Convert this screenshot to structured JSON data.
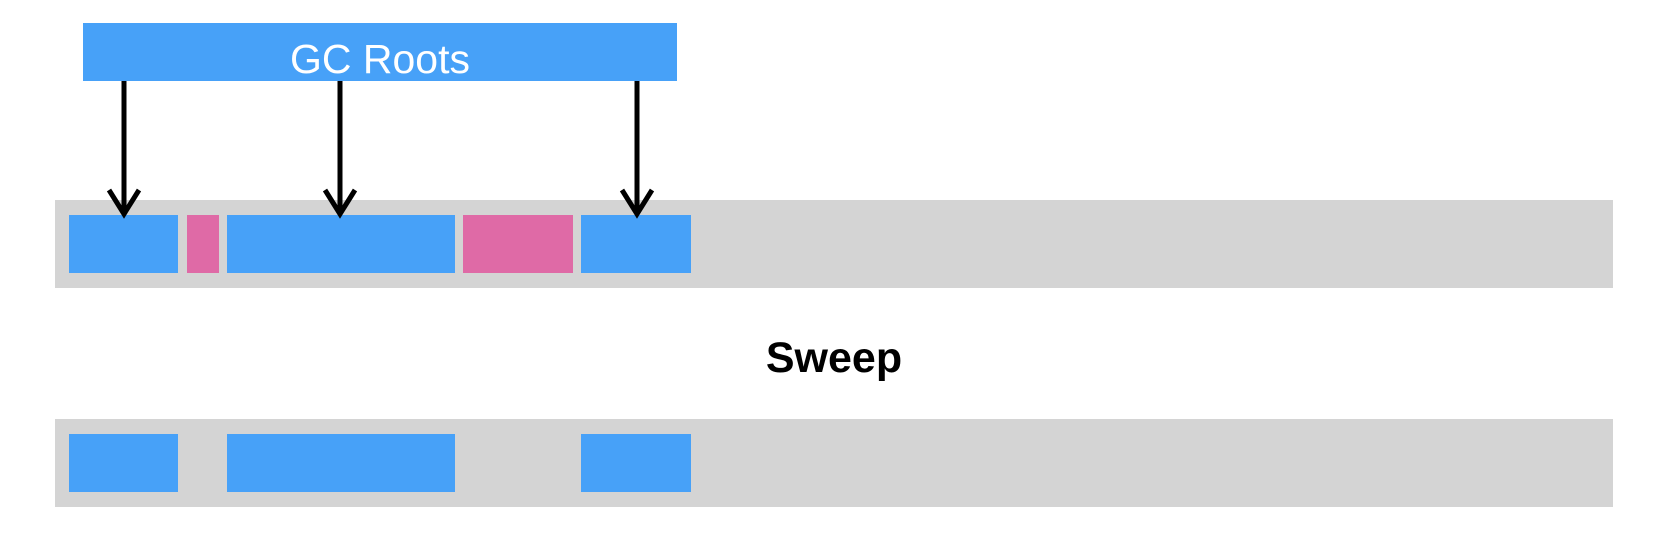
{
  "roots": {
    "label": "GC Roots",
    "color": "#47a1f8"
  },
  "step": {
    "label": "Sweep"
  },
  "colors": {
    "heap_background": "#d4d4d4",
    "live_object": "#47a1f8",
    "garbage_object": "#df6aa6",
    "arrow": "#000000"
  },
  "heap_before": {
    "objects": [
      {
        "state": "live",
        "referenced_by_root": true
      },
      {
        "state": "garbage",
        "referenced_by_root": false
      },
      {
        "state": "live",
        "referenced_by_root": true
      },
      {
        "state": "garbage",
        "referenced_by_root": false
      },
      {
        "state": "live",
        "referenced_by_root": true
      }
    ]
  },
  "heap_after": {
    "objects": [
      {
        "state": "live"
      },
      {
        "state": "free"
      },
      {
        "state": "live"
      },
      {
        "state": "free"
      },
      {
        "state": "live"
      }
    ]
  }
}
